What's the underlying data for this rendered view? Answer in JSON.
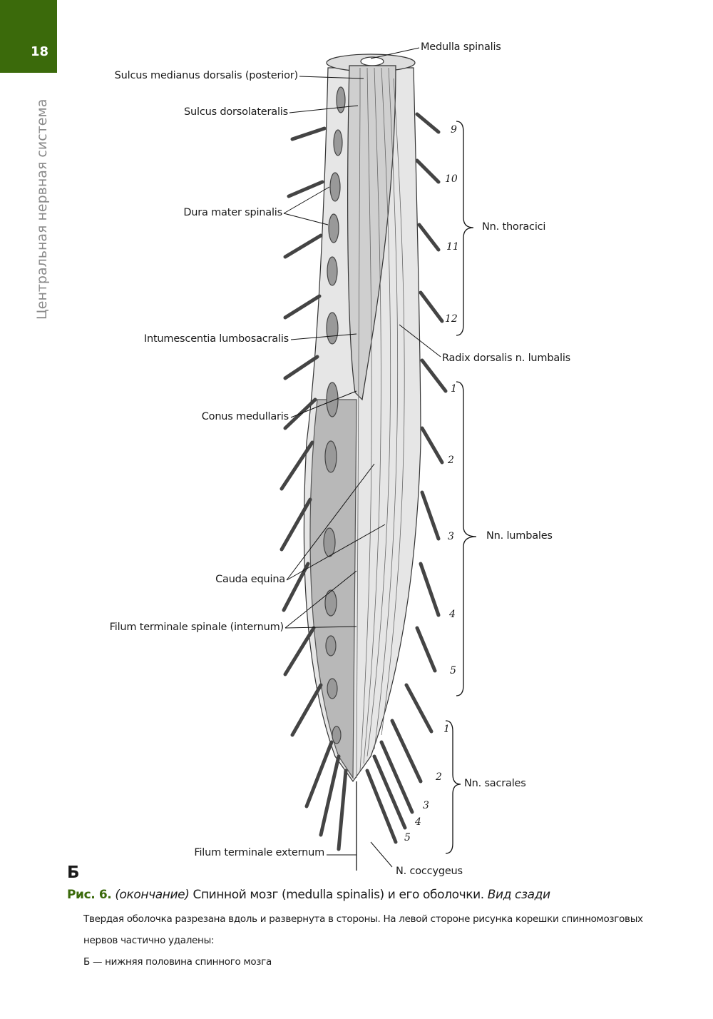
{
  "page": {
    "number": "18",
    "section": "Центральная нервная система",
    "accent": "#3b6a0b"
  },
  "labels": {
    "medulla_spinalis": "Medulla spinalis",
    "sulcus_medianus": "Sulcus medianus dorsalis (posterior)",
    "sulcus_dorsolateralis": "Sulcus dorsolateralis",
    "dura_mater": "Dura mater spinalis",
    "intumescentia": "Intumescentia lumbosacralis",
    "conus": "Conus medullaris",
    "cauda": "Cauda equina",
    "filum_internum": "Filum terminale spinale (internum)",
    "filum_externum": "Filum terminale externum",
    "coccygeus": "N. coccygeus",
    "radix": "Radix dorsalis n. lumbalis",
    "thoracici": "Nn. thoracici",
    "lumbales": "Nn. lumbales",
    "sacrales": "Nn. sacrales"
  },
  "numbers": {
    "thoracic": [
      "9",
      "10",
      "11",
      "12"
    ],
    "lumbar": [
      "1",
      "2",
      "3",
      "4",
      "5"
    ],
    "sacral": [
      "1",
      "2",
      "3",
      "4",
      "5"
    ]
  },
  "caption": {
    "letter": "Б",
    "fig_no": "Рис. 6.",
    "note": "(окончание)",
    "title": "Спинной мозг (medulla spinalis) и его оболочки.",
    "view": "Вид сзади",
    "line1": "Твердая оболочка разрезана вдоль и развернута в стороны. На левой стороне рисунка корешки спинномозговых",
    "line2": "нервов частично удалены:",
    "line3": "Б — нижняя половина спинного мозга"
  }
}
